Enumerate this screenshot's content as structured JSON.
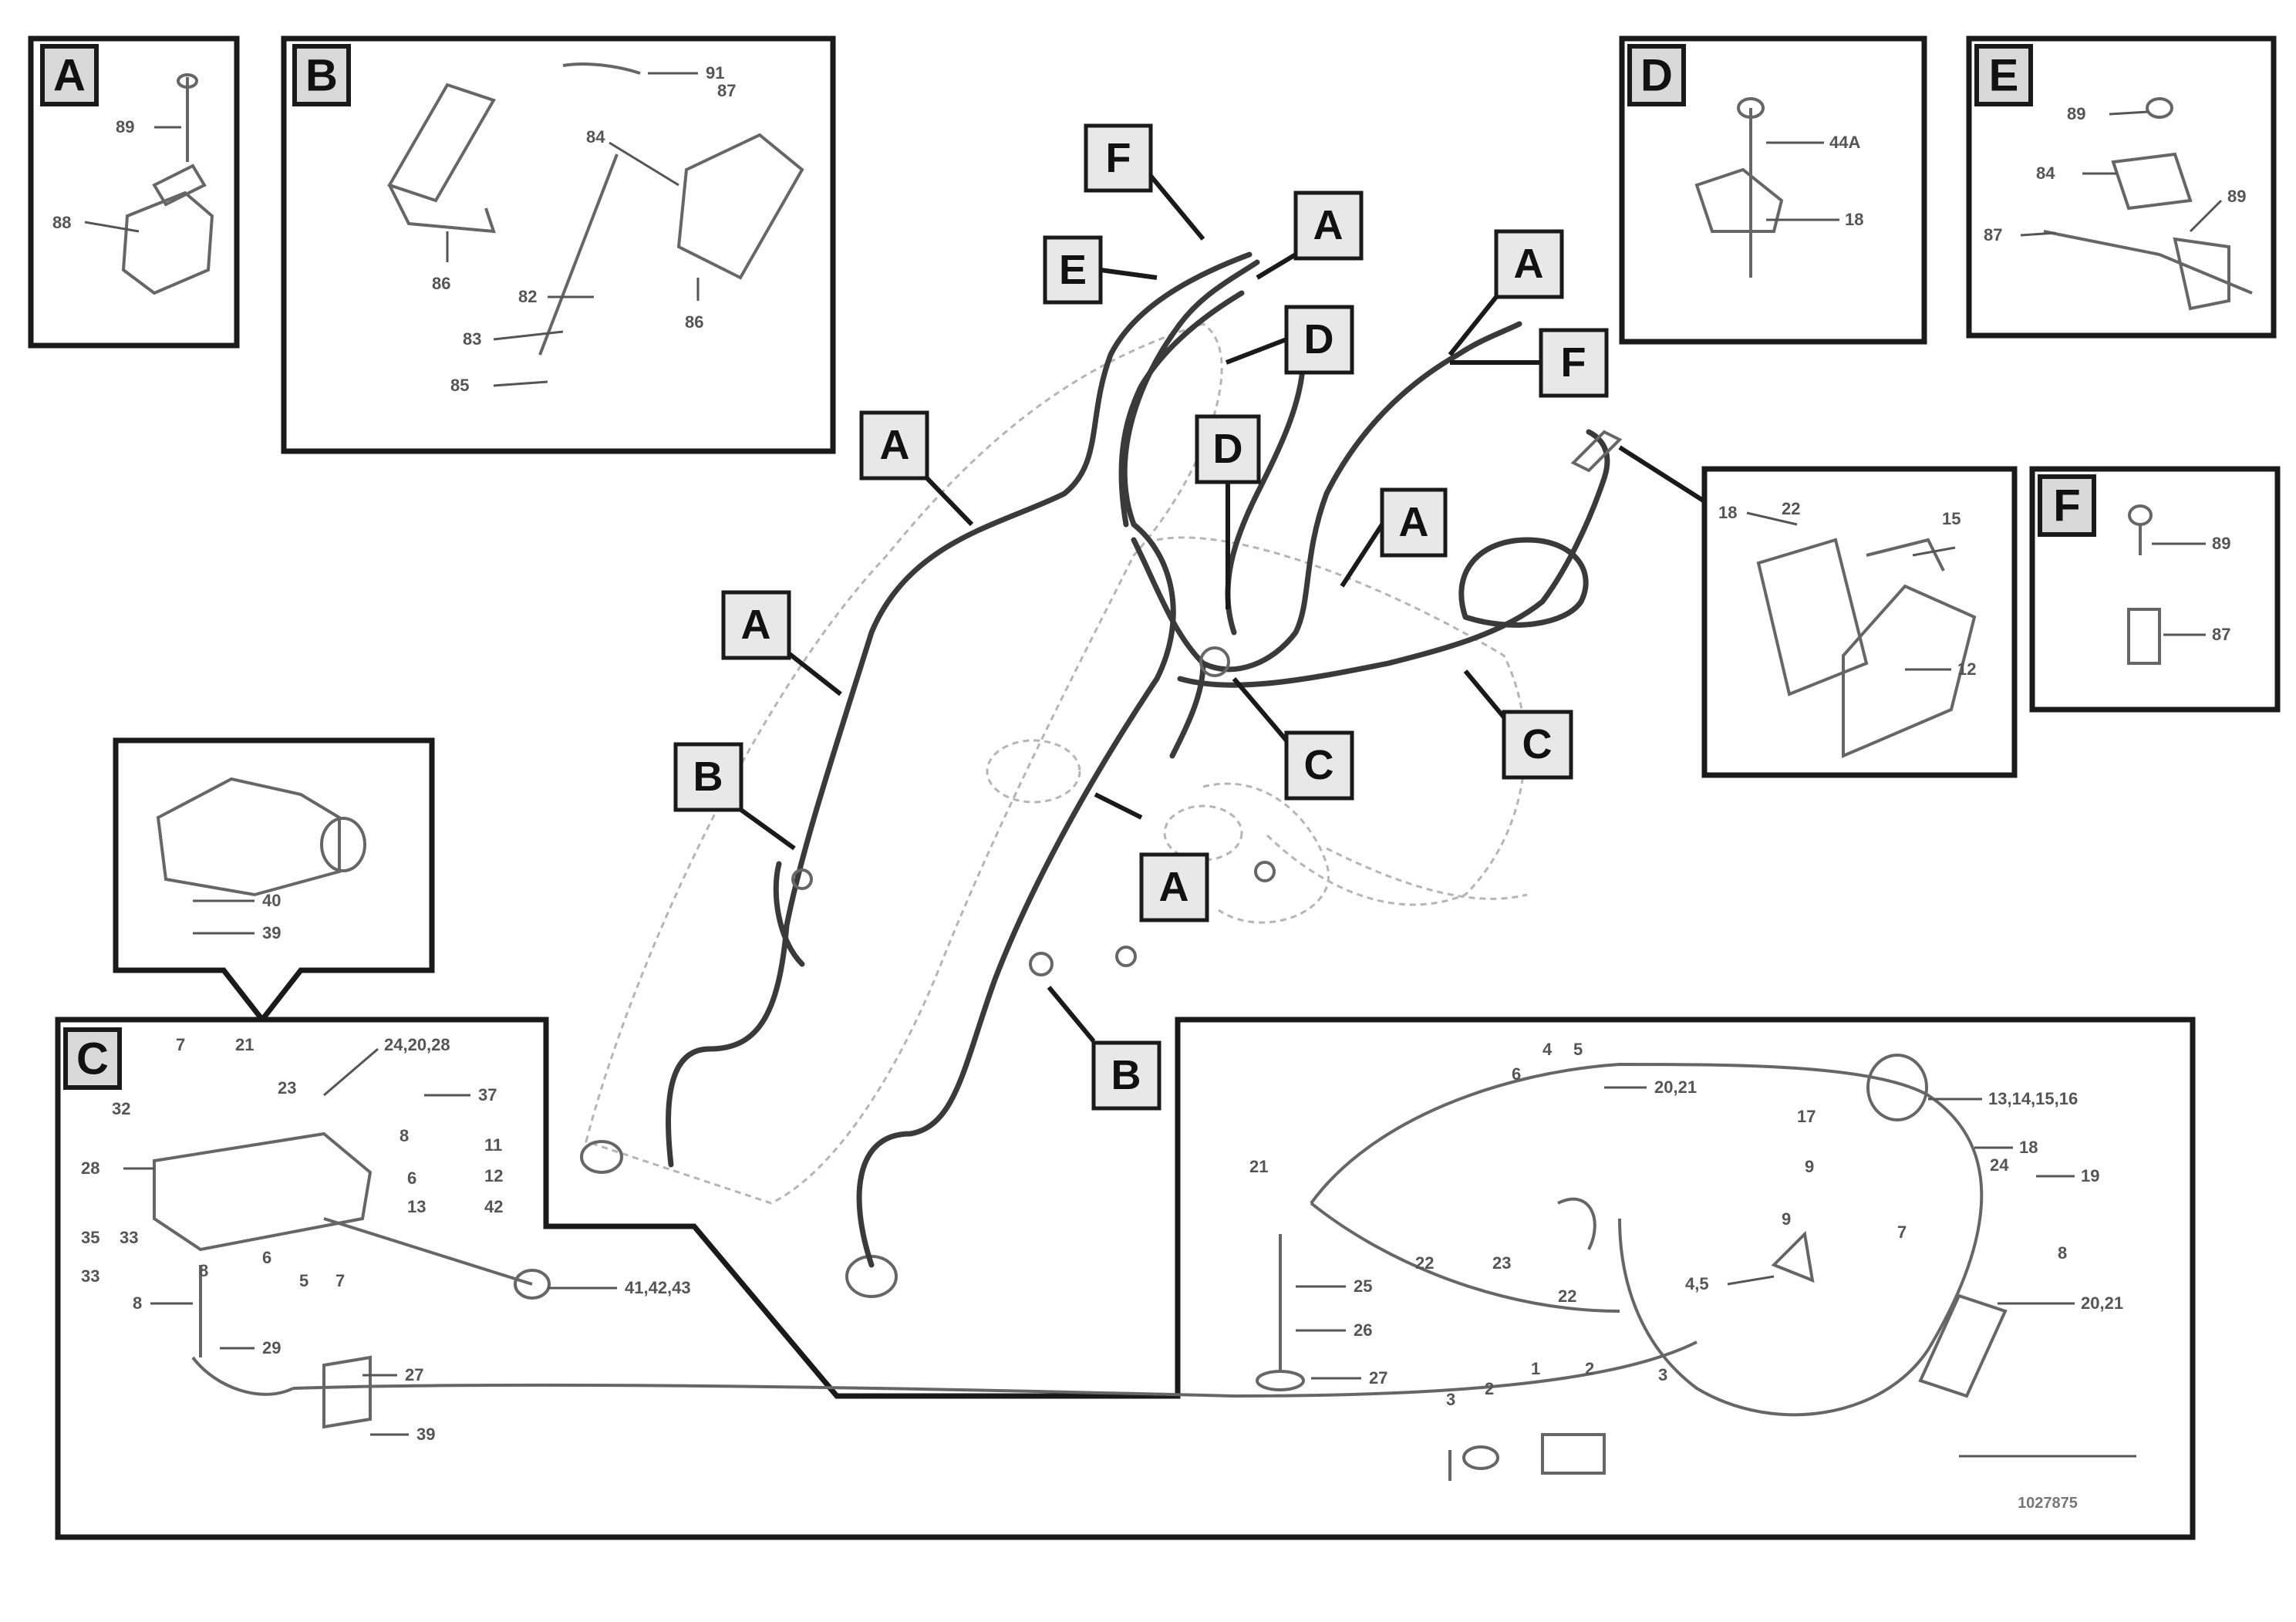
{
  "detail_boxes": {
    "A": {
      "letter": "A",
      "labels": [
        "89",
        "88"
      ]
    },
    "B": {
      "letter": "B",
      "labels": [
        "91",
        "87",
        "84",
        "86",
        "82",
        "83",
        "85",
        "86"
      ]
    },
    "D": {
      "letter": "D",
      "labels": [
        "44A",
        "18"
      ]
    },
    "E": {
      "letter": "E",
      "labels": [
        "89",
        "84",
        "89",
        "87"
      ]
    },
    "F": {
      "letter": "F",
      "labels": [
        "89",
        "87"
      ]
    },
    "C": {
      "letter": "C",
      "labels": [
        "7",
        "21",
        "24,20,28",
        "32",
        "23",
        "37",
        "28",
        "8",
        "11",
        "6",
        "12",
        "13",
        "42",
        "35",
        "33",
        "33",
        "6",
        "5",
        "7",
        "8",
        "8",
        "29",
        "27",
        "39",
        "41,42,43"
      ]
    }
  },
  "callout_top": {
    "labels": [
      "40",
      "39"
    ]
  },
  "detail_right_top": {
    "labels": [
      "18",
      "22",
      "15",
      "12"
    ]
  },
  "main_callouts": [
    "F",
    "E",
    "A",
    "D",
    "A",
    "F",
    "A",
    "D",
    "A",
    "A",
    "C",
    "C",
    "A",
    "B",
    "B"
  ],
  "detail_right_bottom": {
    "labels": [
      "4",
      "5",
      "6",
      "20,21",
      "17",
      "13,14,15,16",
      "9",
      "18",
      "24",
      "19",
      "9",
      "7",
      "8",
      "22",
      "23",
      "22",
      "21",
      "4,5",
      "20,21",
      "25",
      "26",
      "27",
      "3",
      "2",
      "1",
      "2",
      "3"
    ]
  },
  "reference": {
    "code": "1027875"
  }
}
